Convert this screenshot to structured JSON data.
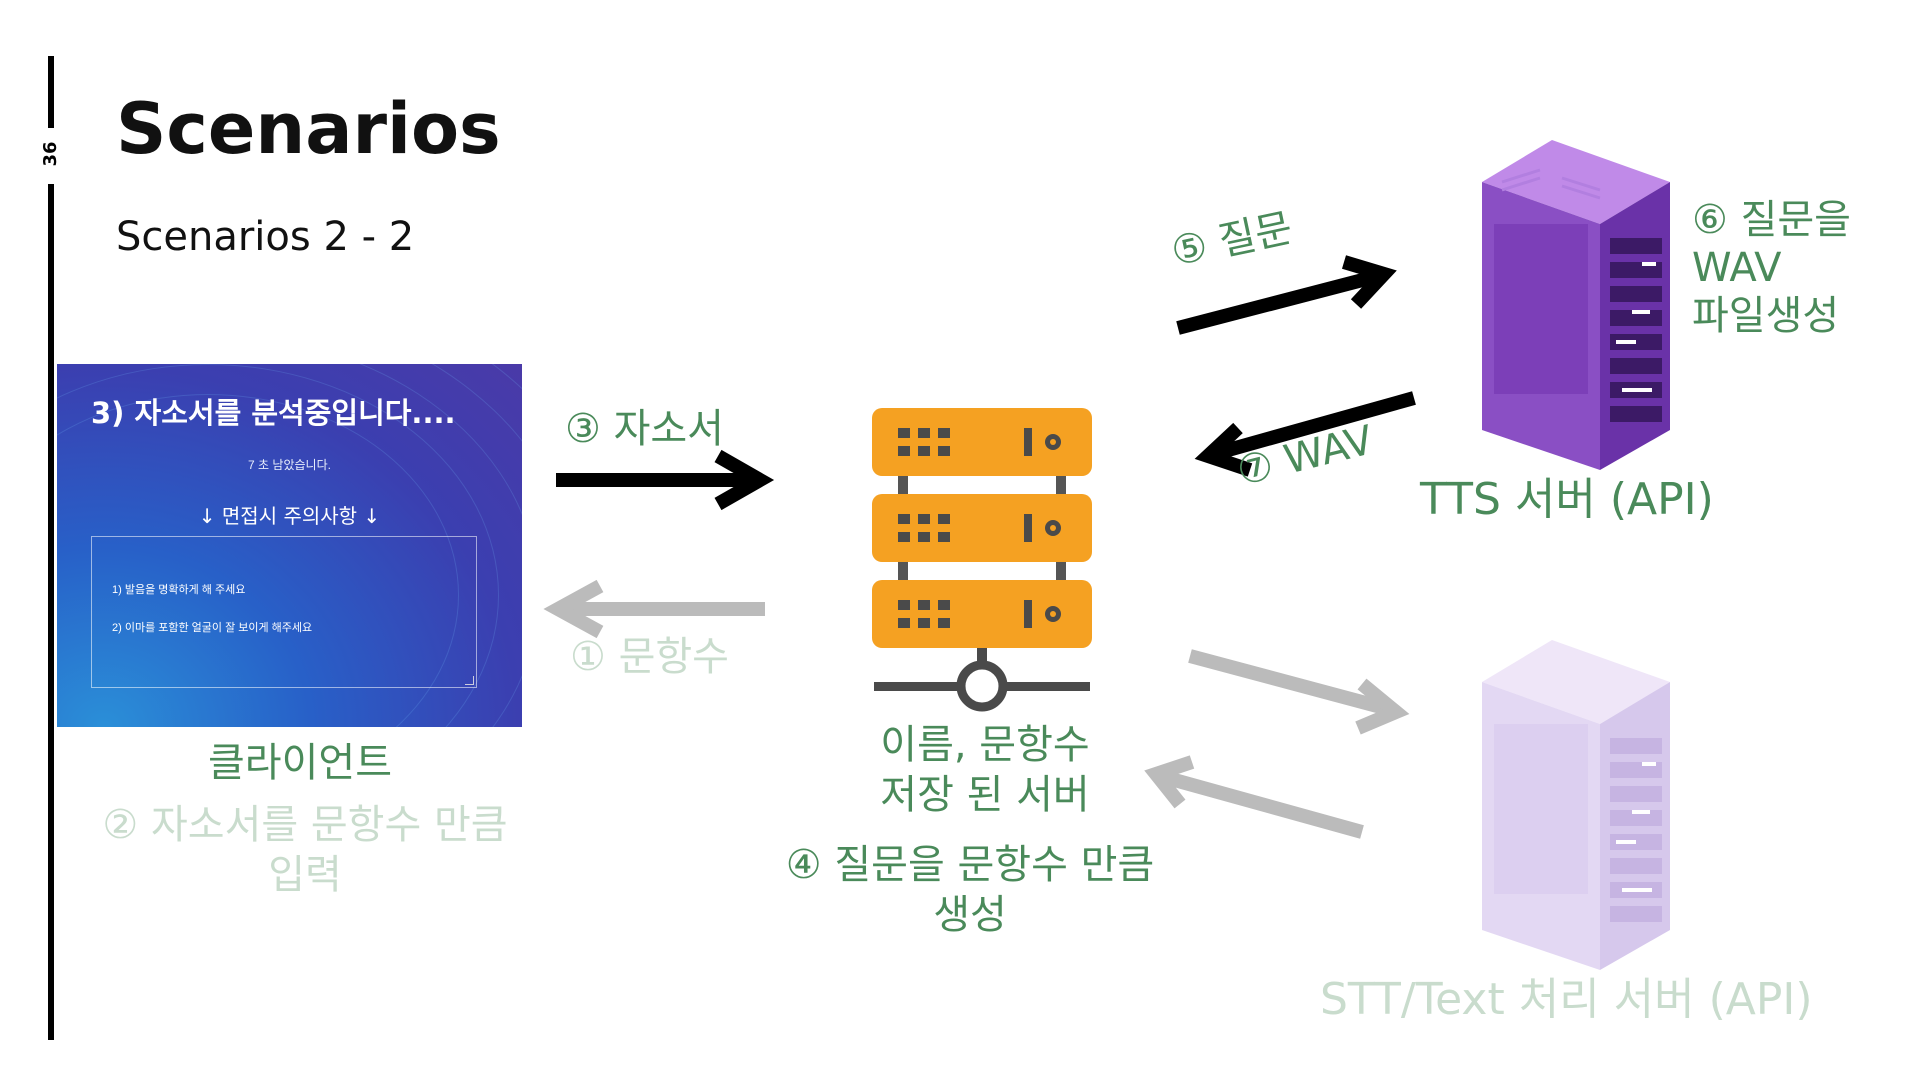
{
  "page_number": "36",
  "title": "Scenarios",
  "subtitle": "Scenarios 2 - 2",
  "client_screen": {
    "heading": "3) 자소서를 분석중입니다....",
    "timer": "7 초 남았습니다.",
    "notice": "↓ 면접시 주의사항 ↓",
    "items": [
      "1) 발음을 명확하게 해 주세요",
      "2) 이마를 포함한 얼굴이 잘 보이게 해주세요"
    ]
  },
  "labels": {
    "client": "클라이언트",
    "step2_line1": "② 자소서를 문항수 만큼",
    "step2_line2": "입력",
    "step1": "① 문항수",
    "step3": "③ 자소서",
    "server_line1": "이름, 문항수",
    "server_line2": "저장 된 서버",
    "step4_line1": "④ 질문을 문항수 만큼",
    "step4_line2": "생성",
    "step5": "⑤ 질문",
    "step7": "⑦ WAV",
    "step6_line1": "⑥ 질문을",
    "step6_line2": "WAV",
    "step6_line3": "파일생성",
    "tts": "TTS 서버 (API)",
    "stt": "STT/Text 처리 서버 (API)"
  },
  "colors": {
    "green": "#4a8a5a",
    "faded_green": "#c9dccd",
    "server_orange": "#f5a122",
    "tts_purple": "#8a4fc4",
    "stt_lavender": "#e3d8f3",
    "arrow_black": "#000000",
    "arrow_gray": "#bbbbbb"
  },
  "icons": [
    "server-rack-icon",
    "tts-server-tower-icon",
    "stt-server-tower-icon"
  ]
}
